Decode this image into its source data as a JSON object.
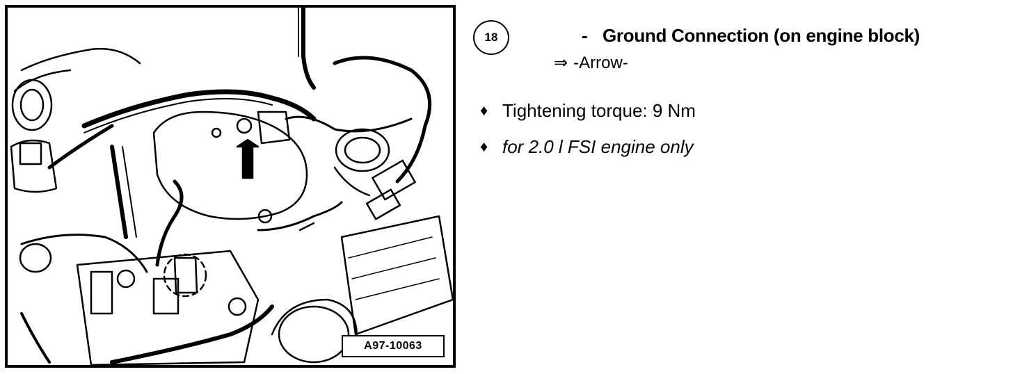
{
  "figure": {
    "id_label": "A97-10063"
  },
  "step": {
    "number": "18",
    "dash": "-",
    "title": "Ground Connection (on engine block)",
    "ref_arrow": "⇒",
    "ref_text": "-Arrow-"
  },
  "bullets": [
    {
      "marker": "♦",
      "text": "Tightening torque: 9 Nm",
      "style": "normal"
    },
    {
      "marker": "♦",
      "text": "for 2.0 l FSI engine only",
      "style": "italic"
    }
  ]
}
